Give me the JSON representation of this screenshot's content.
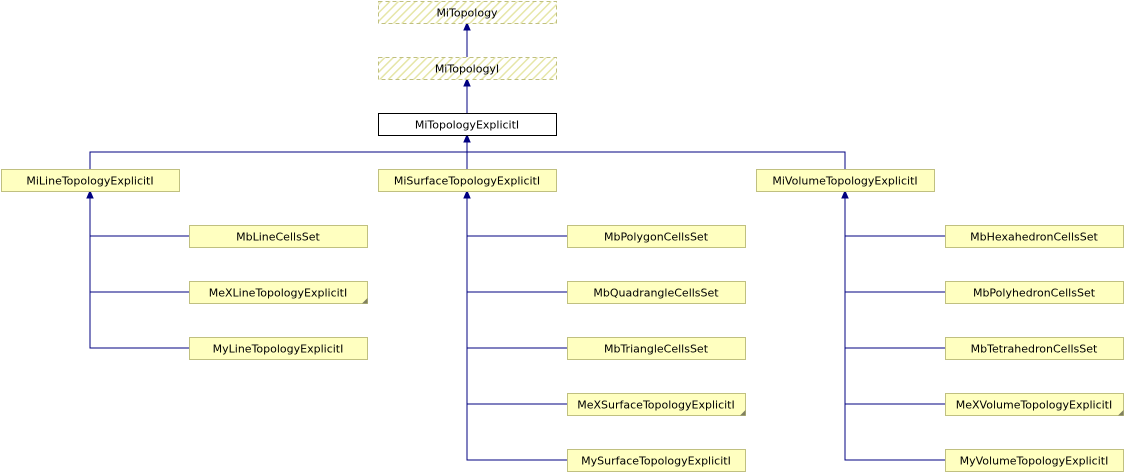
{
  "colors": {
    "node_fill": "#ffffc0",
    "node_border": "#c0c080",
    "focus_fill": "#ffffff",
    "focus_border": "#000000",
    "edge": "#000080",
    "hatch": "#e0e0a0",
    "dashed_border": "#c0c080"
  },
  "diagram": {
    "nodes": [
      {
        "id": "mi-topology",
        "label": "MiTopology",
        "style": "dashed"
      },
      {
        "id": "mi-topology-i",
        "label": "MiTopologyI",
        "style": "dashed"
      },
      {
        "id": "mi-topology-explicit-i",
        "label": "MiTopologyExplicitI",
        "style": "focus"
      },
      {
        "id": "mi-line-topology-explicit-i",
        "label": "MiLineTopologyExplicitI",
        "style": "normal"
      },
      {
        "id": "mi-surface-topology-explicit-i",
        "label": "MiSurfaceTopologyExplicitI",
        "style": "normal"
      },
      {
        "id": "mi-volume-topology-explicit-i",
        "label": "MiVolumeTopologyExplicitI",
        "style": "normal"
      },
      {
        "id": "mb-line-cells-set",
        "label": "MbLineCellsSet",
        "style": "normal"
      },
      {
        "id": "mex-line-topology-explicit-i",
        "label": "MeXLineTopologyExplicitI",
        "style": "folded"
      },
      {
        "id": "my-line-topology-explicit-i",
        "label": "MyLineTopologyExplicitI",
        "style": "normal"
      },
      {
        "id": "mb-polygon-cells-set",
        "label": "MbPolygonCellsSet",
        "style": "normal"
      },
      {
        "id": "mb-quadrangle-cells-set",
        "label": "MbQuadrangleCellsSet",
        "style": "normal"
      },
      {
        "id": "mb-triangle-cells-set",
        "label": "MbTriangleCellsSet",
        "style": "normal"
      },
      {
        "id": "mex-surface-topology-explicit-i",
        "label": "MeXSurfaceTopologyExplicitI",
        "style": "folded"
      },
      {
        "id": "my-surface-topology-explicit-i",
        "label": "MySurfaceTopologyExplicitI",
        "style": "normal"
      },
      {
        "id": "mb-hexahedron-cells-set",
        "label": "MbHexahedronCellsSet",
        "style": "normal"
      },
      {
        "id": "mb-polyhedron-cells-set",
        "label": "MbPolyhedronCellsSet",
        "style": "normal"
      },
      {
        "id": "mb-tetrahedron-cells-set",
        "label": "MbTetrahedronCellsSet",
        "style": "normal"
      },
      {
        "id": "mex-volume-topology-explicit-i",
        "label": "MeXVolumeTopologyExplicitI",
        "style": "folded"
      },
      {
        "id": "my-volume-topology-explicit-i",
        "label": "MyVolumeTopologyExplicitI",
        "style": "normal"
      }
    ],
    "edges": [
      {
        "from": "mi-topology-i",
        "to": "mi-topology"
      },
      {
        "from": "mi-topology-explicit-i",
        "to": "mi-topology-i"
      },
      {
        "from": "mi-line-topology-explicit-i",
        "to": "mi-topology-explicit-i"
      },
      {
        "from": "mi-surface-topology-explicit-i",
        "to": "mi-topology-explicit-i"
      },
      {
        "from": "mi-volume-topology-explicit-i",
        "to": "mi-topology-explicit-i"
      },
      {
        "from": "mb-line-cells-set",
        "to": "mi-line-topology-explicit-i"
      },
      {
        "from": "mex-line-topology-explicit-i",
        "to": "mi-line-topology-explicit-i"
      },
      {
        "from": "my-line-topology-explicit-i",
        "to": "mi-line-topology-explicit-i"
      },
      {
        "from": "mb-polygon-cells-set",
        "to": "mi-surface-topology-explicit-i"
      },
      {
        "from": "mb-quadrangle-cells-set",
        "to": "mi-surface-topology-explicit-i"
      },
      {
        "from": "mb-triangle-cells-set",
        "to": "mi-surface-topology-explicit-i"
      },
      {
        "from": "mex-surface-topology-explicit-i",
        "to": "mi-surface-topology-explicit-i"
      },
      {
        "from": "my-surface-topology-explicit-i",
        "to": "mi-surface-topology-explicit-i"
      },
      {
        "from": "mb-hexahedron-cells-set",
        "to": "mi-volume-topology-explicit-i"
      },
      {
        "from": "mb-polyhedron-cells-set",
        "to": "mi-volume-topology-explicit-i"
      },
      {
        "from": "mb-tetrahedron-cells-set",
        "to": "mi-volume-topology-explicit-i"
      },
      {
        "from": "mex-volume-topology-explicit-i",
        "to": "mi-volume-topology-explicit-i"
      },
      {
        "from": "my-volume-topology-explicit-i",
        "to": "mi-volume-topology-explicit-i"
      }
    ]
  }
}
